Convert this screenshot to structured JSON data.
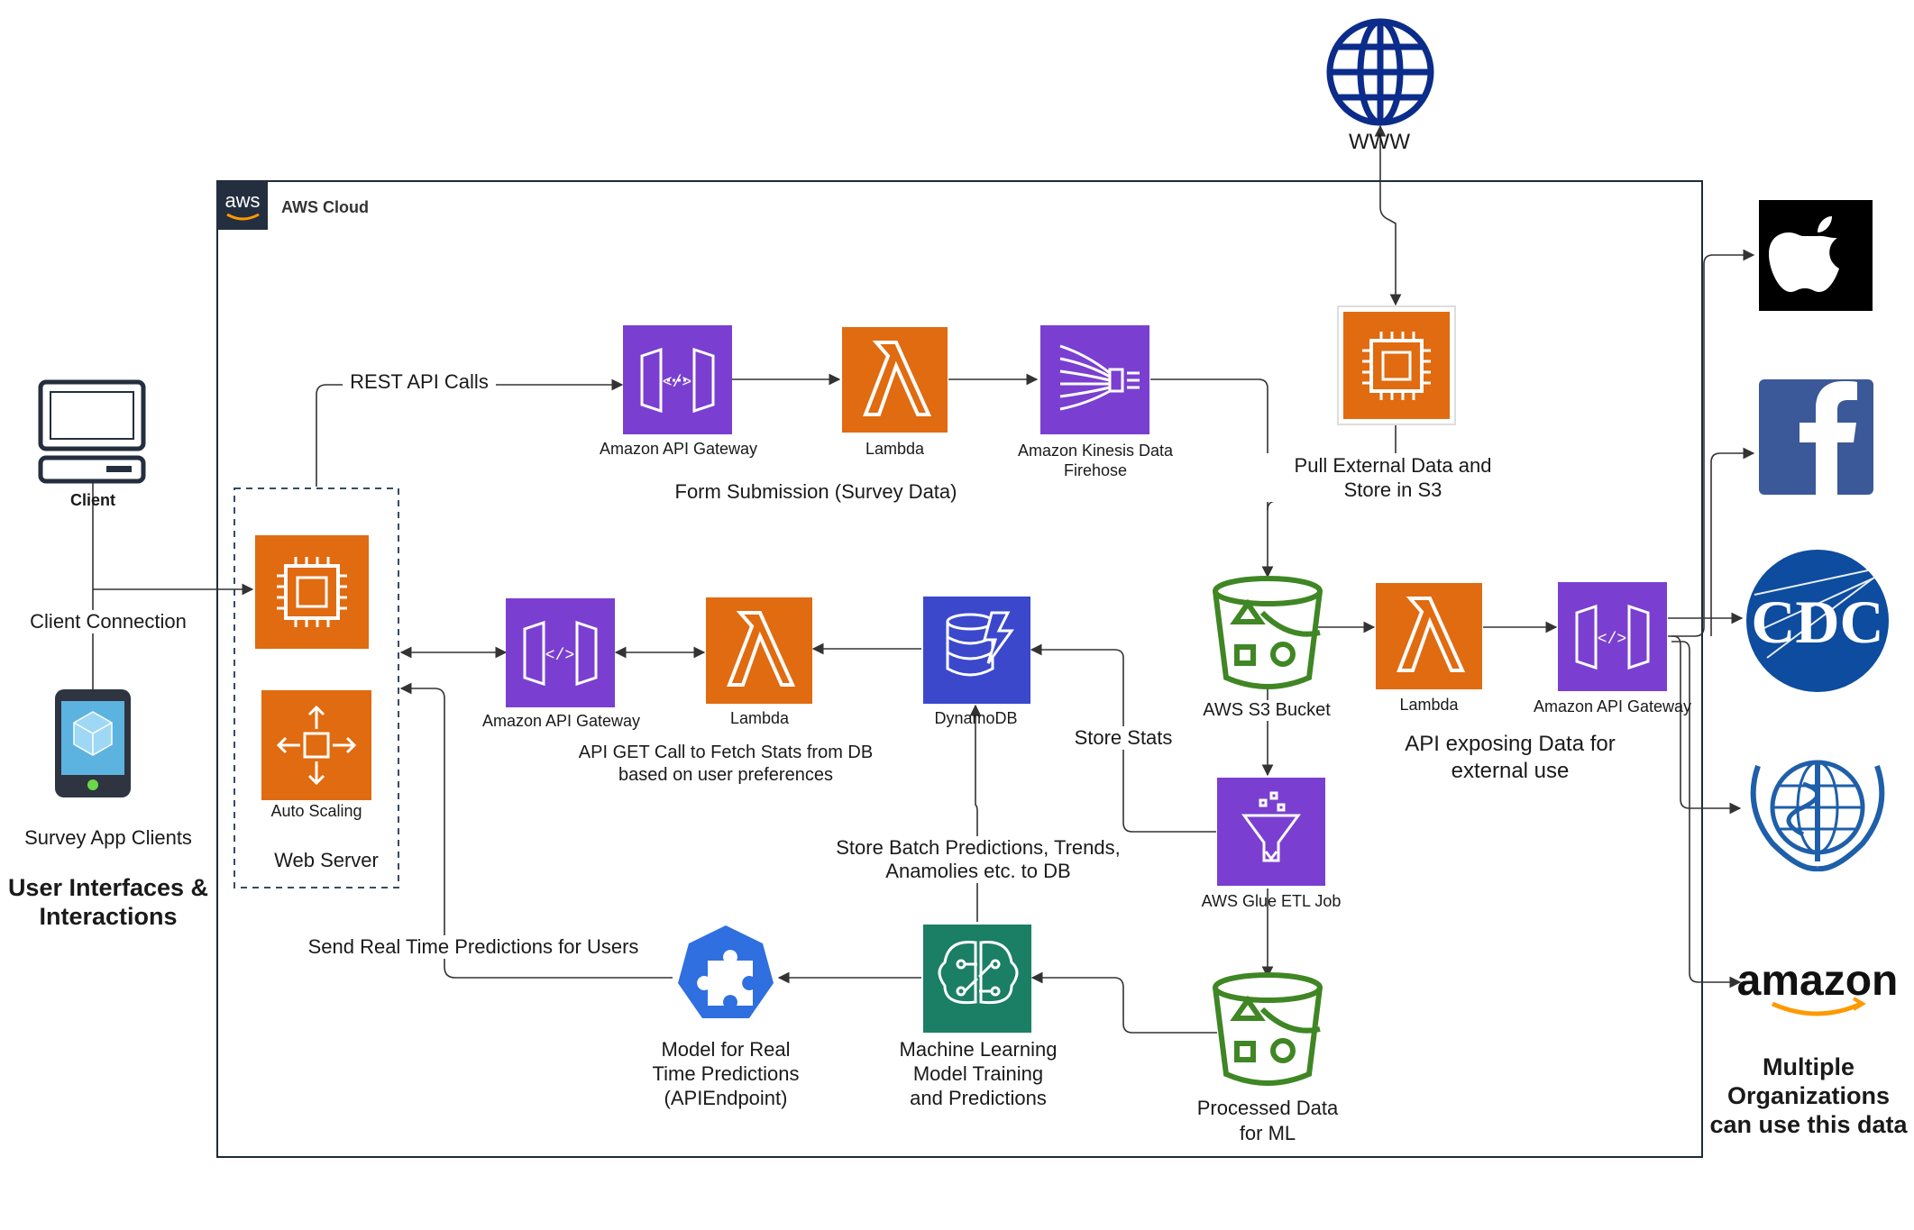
{
  "aws_cloud": {
    "label": "AWS Cloud",
    "logo_text": "aws"
  },
  "left": {
    "client": "Client",
    "client_connection": "Client Connection",
    "survey_app_clients": "Survey App Clients",
    "user_interfaces": "User Interfaces &\nInteractions"
  },
  "web_server": {
    "label": "Web Server",
    "auto_scaling": "Auto Scaling"
  },
  "top_flow": {
    "rest_api_calls": "REST API Calls",
    "api_gateway": "Amazon API Gateway",
    "lambda": "Lambda",
    "kinesis": "Amazon Kinesis Data\nFirehose",
    "form_submission": "Form Submission (Survey Data)"
  },
  "mid_flow": {
    "api_gateway": "Amazon API Gateway",
    "lambda": "Lambda",
    "dynamodb": "DynamoDB",
    "api_get_call": "API GET Call to Fetch  Stats from DB\nbased on user preferences",
    "store_stats": "Store Stats",
    "store_batch": "Store Batch Predictions, Trends,\nAnamolies  etc. to DB"
  },
  "external": {
    "www": "WWW",
    "pull_external": "Pull External Data and\nStore in S3"
  },
  "right_flow": {
    "s3_bucket": "AWS S3 Bucket",
    "lambda": "Lambda",
    "api_gateway": "Amazon API Gateway",
    "api_exposing": "API exposing Data for\nexternal use",
    "glue": "AWS Glue ETL Job",
    "processed": "Processed Data\nfor ML"
  },
  "bottom_flow": {
    "send_realtime": "Send Real Time Predictions for Users",
    "model_endpoint": "Model  for Real\nTime Predictions\n(APIEndpoint)",
    "ml_training": "Machine Learning\nModel Training\nand Predictions"
  },
  "organizations": {
    "cdc_text": "CDC",
    "amazon_text": "amazon",
    "caption": "Multiple\nOrganizations\ncan use this data"
  },
  "icons": [
    "desktop-icon",
    "mobile-app-icon",
    "ec2-instance-icon",
    "auto-scaling-icon",
    "api-gateway-icon",
    "lambda-icon",
    "kinesis-firehose-icon",
    "dynamodb-icon",
    "s3-bucket-icon",
    "glue-etl-icon",
    "sagemaker-icon",
    "model-endpoint-icon",
    "globe-icon",
    "apple-logo-icon",
    "facebook-logo-icon",
    "cdc-logo-icon",
    "who-logo-icon",
    "amazon-logo-icon"
  ],
  "colors": {
    "compute_orange": "#E06B10",
    "app_integration_purple": "#7A3FD0",
    "database_blue": "#3B48CC",
    "storage_green": "#3F8624",
    "ml_teal": "#1A7F64",
    "model_blue": "#2F6FE0",
    "globe_navy": "#0B2C8A",
    "facebook_blue": "#3B5998",
    "cdc_blue": "#0D4C9E",
    "who_blue": "#1F5FAA",
    "border_navy": "#1E2A3A"
  }
}
